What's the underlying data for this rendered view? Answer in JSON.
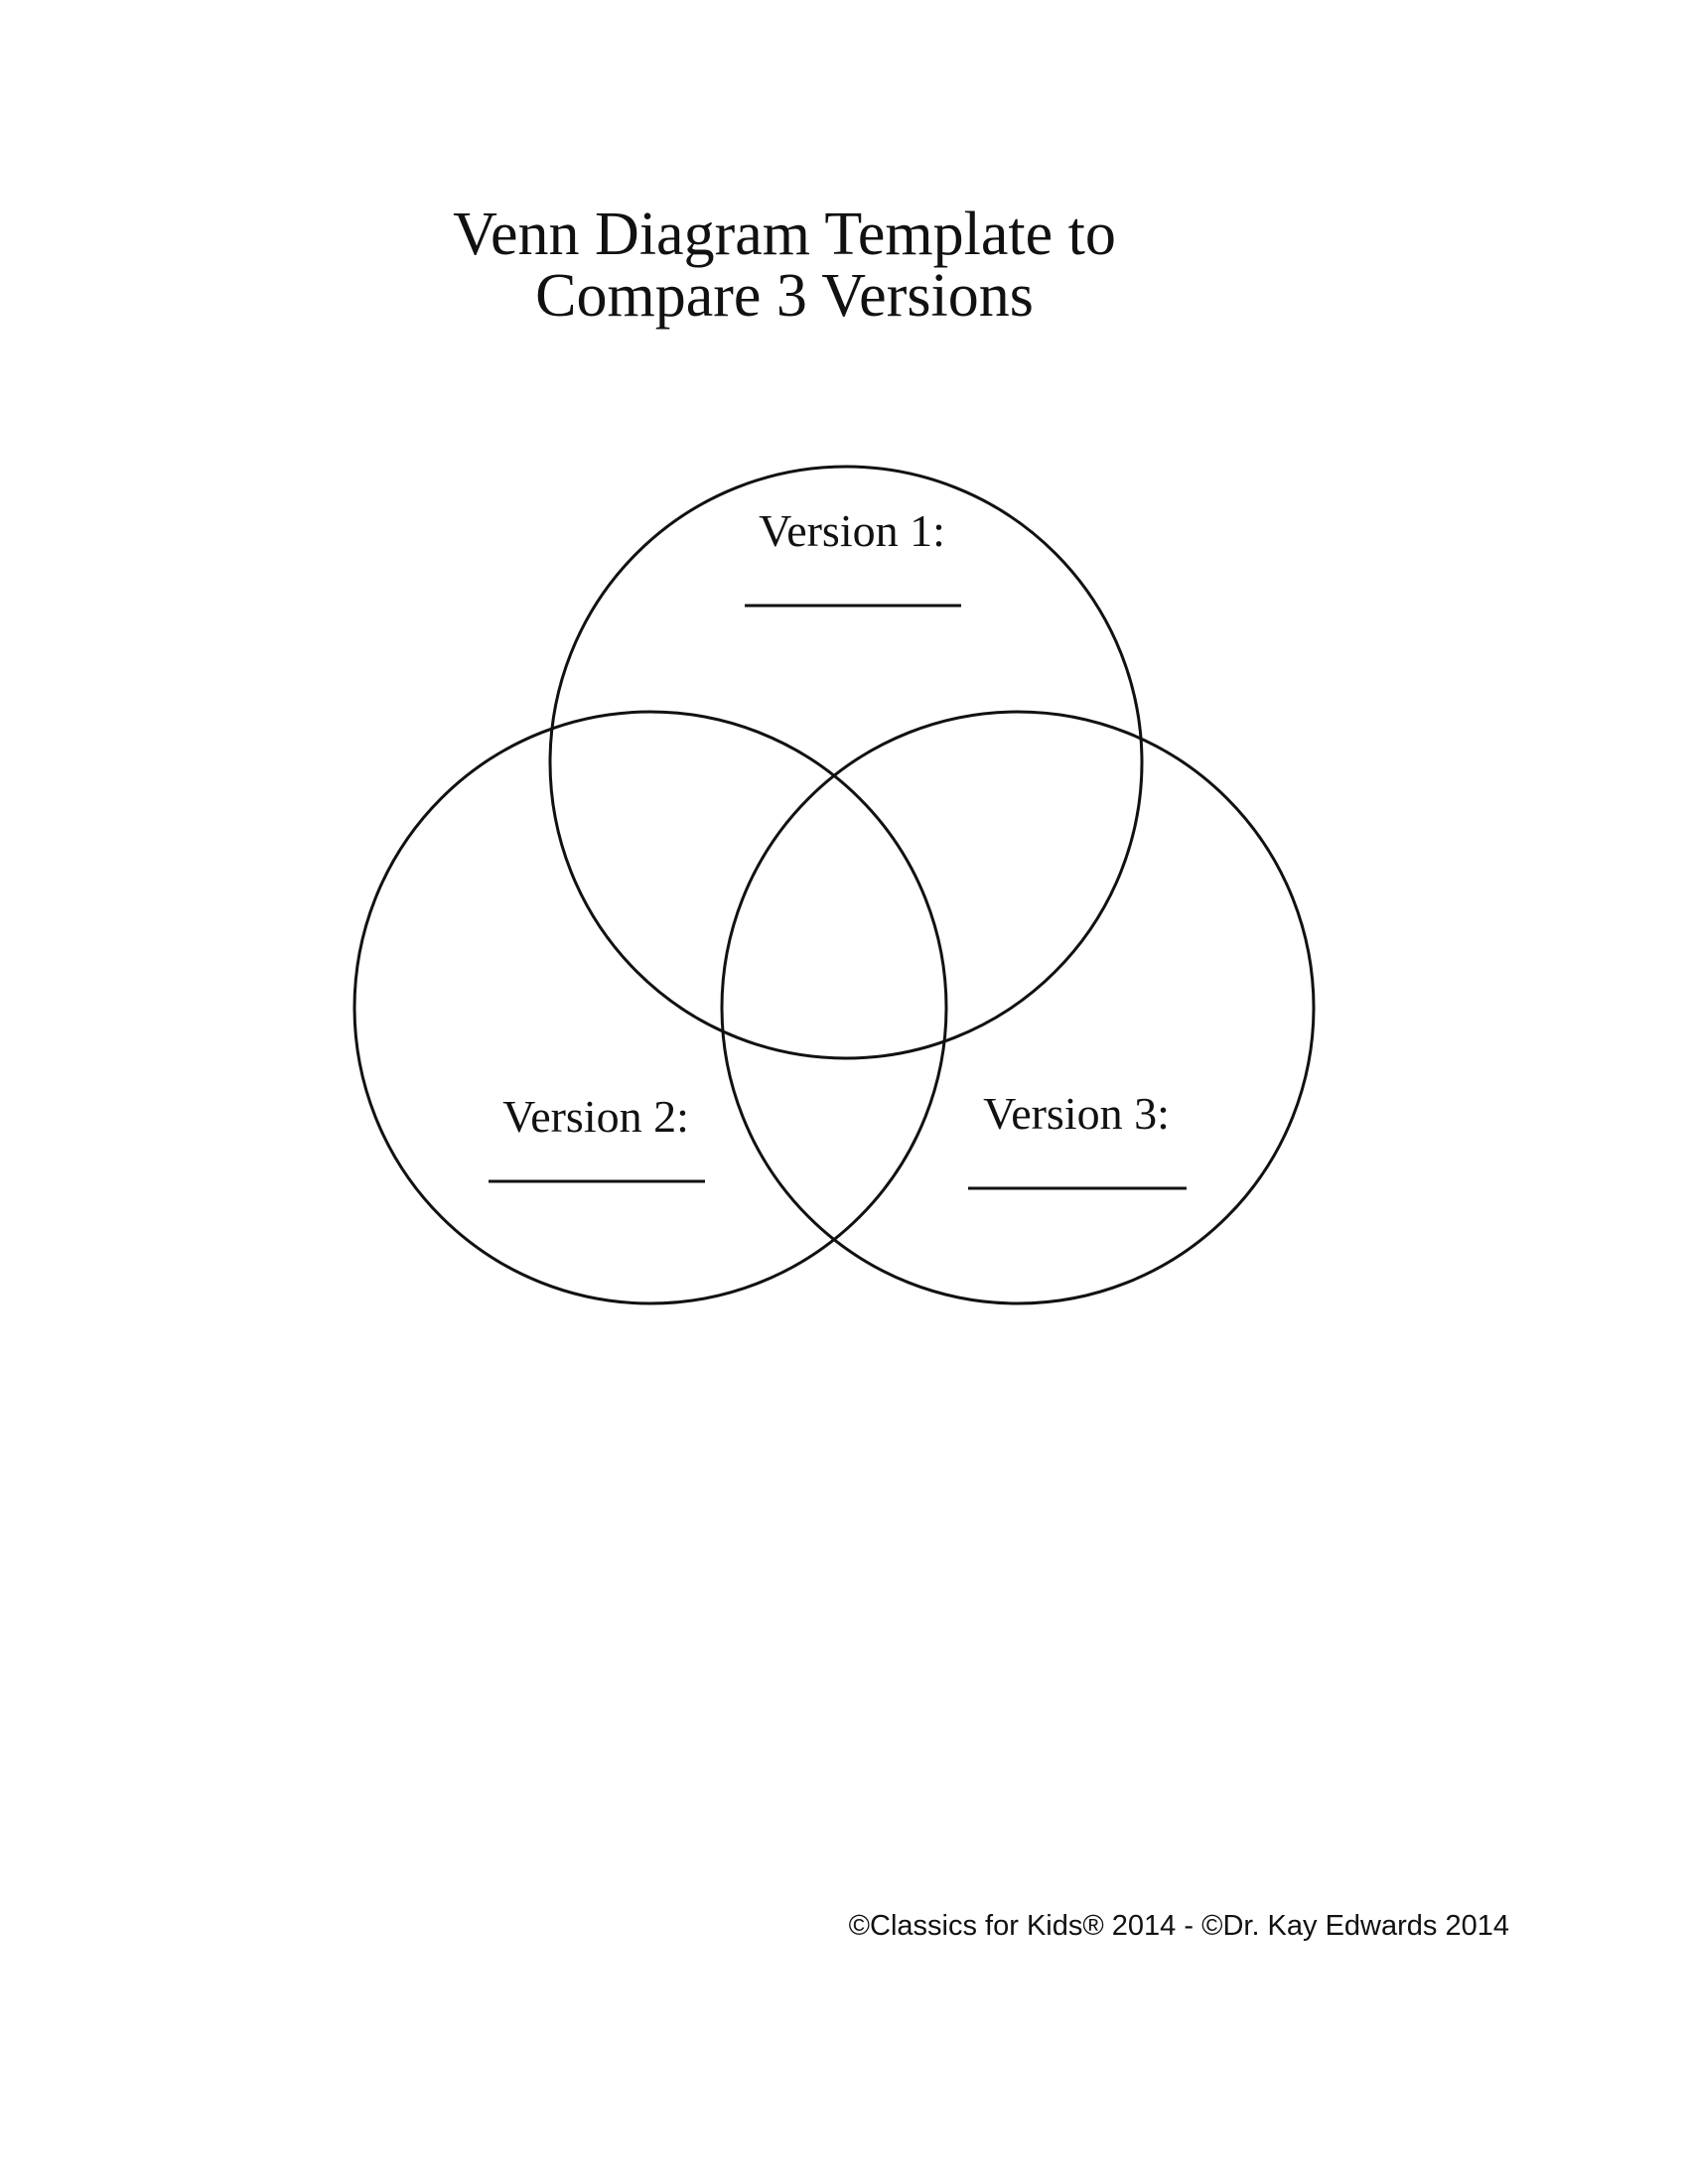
{
  "title": {
    "line1": "Venn Diagram Template to",
    "line2": "Compare 3 Versions"
  },
  "circles": [
    {
      "label": "Version 1:",
      "blank": "__________"
    },
    {
      "label": "Version 2:",
      "blank": "__________"
    },
    {
      "label": "Version 3:",
      "blank": "__________"
    }
  ],
  "footer": {
    "copyright": "©Classics for Kids® 2014 - ©Dr. Kay Edwards 2014"
  },
  "colors": {
    "stroke": "#111111",
    "background": "#ffffff"
  }
}
